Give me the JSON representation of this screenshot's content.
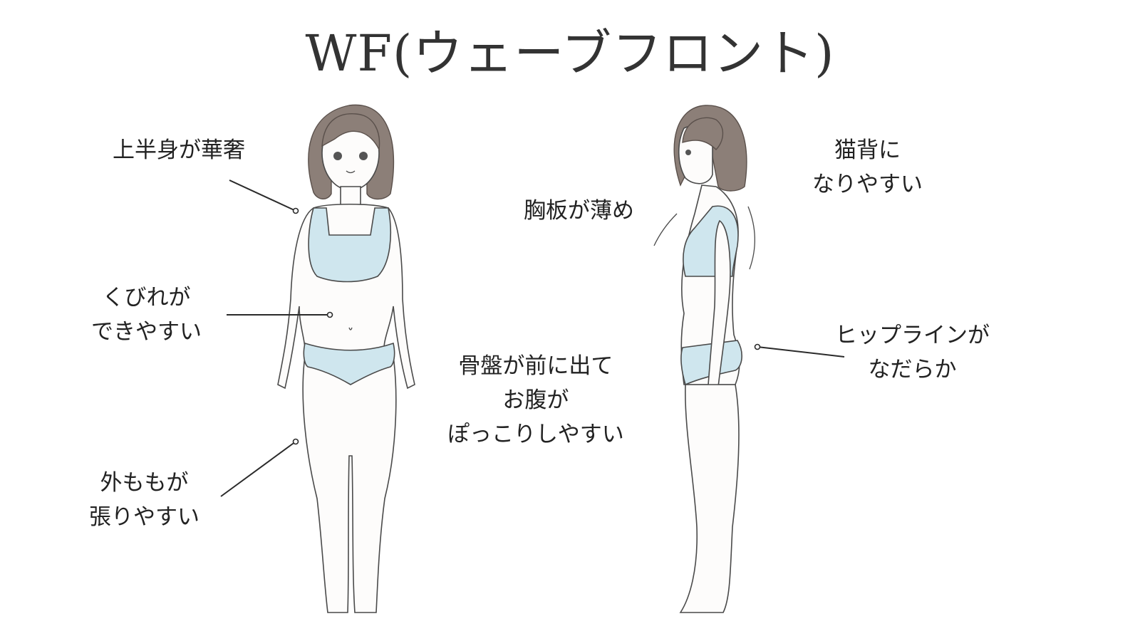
{
  "title": "WF(ウェーブフロント)",
  "labels": {
    "upper_body": "上半身が華奢",
    "waist": "くびれが\nできやすい",
    "outer_thigh": "外ももが\n張りやすい",
    "pelvis": "骨盤が前に出て\nお腹が\nぽっこりしやすい",
    "chest": "胸板が薄め",
    "round_back": "猫背に\nなりやすい",
    "hip_line": "ヒップラインが\nなだらか"
  },
  "colors": {
    "underwear": "#cfe6ee",
    "hair": "#8c7f78",
    "line": "#2a2a2a"
  }
}
